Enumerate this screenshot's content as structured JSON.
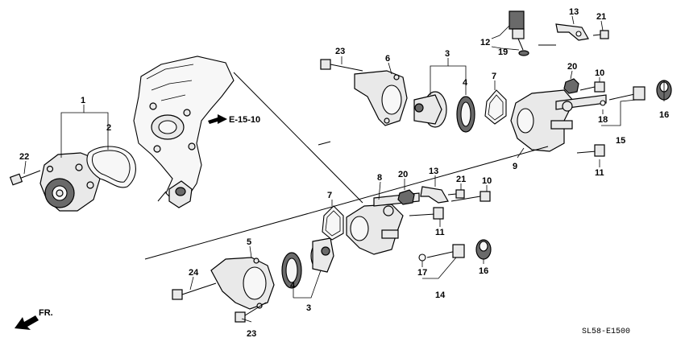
{
  "callouts": {
    "c1": "1",
    "c2": "2",
    "c22": "22",
    "c23_top": "23",
    "c6": "6",
    "c3_top": "3",
    "c4_top": "4",
    "c7_top": "7",
    "c12": "12",
    "c19": "19",
    "c13_top": "13",
    "c21_top": "21",
    "c20_top": "20",
    "c10_top": "10",
    "c16_top": "16",
    "c18": "18",
    "c15": "15",
    "c9": "9",
    "c11_top": "11",
    "c8": "8",
    "c20_bot": "20",
    "c13_bot": "13",
    "c21_bot": "21",
    "c10_bot": "10",
    "c7_bot": "7",
    "c11_bot": "11",
    "c5": "5",
    "c24": "24",
    "c4_bot": "4",
    "c3_bot": "3",
    "c23_bot": "23",
    "c17": "17",
    "c14": "14",
    "c16_bot": "16"
  },
  "reference_label": "E-15-10",
  "front_label": "FR.",
  "diagram_code": "SL58-E1500",
  "icons": {
    "front_arrow": "front-direction-arrow-icon",
    "ref_arrow": "reference-arrow-icon"
  }
}
